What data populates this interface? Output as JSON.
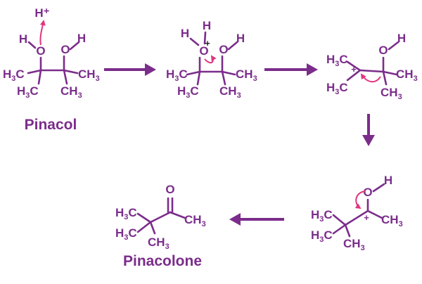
{
  "colors": {
    "structure": "#7b2d8b",
    "electron_arrow": "#e0357f",
    "charge_mark": "#222222"
  },
  "symbols": {
    "H": "H",
    "O": "O",
    "C": "C",
    "sub3": "3",
    "plus": "+",
    "proton": "H⁺"
  },
  "labels": {
    "reactant": "Pinacol",
    "product": "Pinacolone"
  },
  "icons": {
    "reaction_arrow": "right-arrow-icon",
    "curved_electron_arrow": "curved-arrow-icon"
  }
}
